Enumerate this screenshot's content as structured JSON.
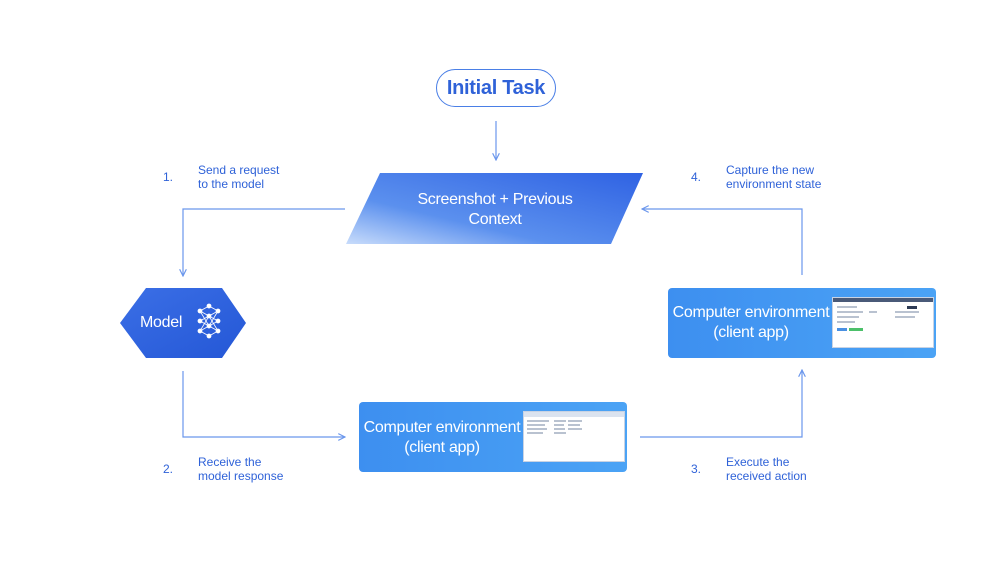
{
  "diagram": {
    "initial_task": "Initial Task",
    "screenshot_context": {
      "line1": "Screenshot + Previous",
      "line2": "Context"
    },
    "model": "Model",
    "env_bottom": {
      "line1": "Computer environment",
      "line2": "(client app)"
    },
    "env_right": {
      "line1": "Computer environment",
      "line2": "(client app)"
    },
    "steps": [
      {
        "num": "1.",
        "line1": "Send a request",
        "line2": "to the model"
      },
      {
        "num": "2.",
        "line1": "Receive the",
        "line2": "model response"
      },
      {
        "num": "3.",
        "line1": "Execute the",
        "line2": "received action"
      },
      {
        "num": "4.",
        "line1": "Capture the new",
        "line2": "environment state"
      }
    ]
  },
  "colors": {
    "accent": "#2f62d8",
    "arrow": "#6a96ec",
    "node_blue": "#2e5fe0",
    "env_blue": "#4199f2"
  }
}
